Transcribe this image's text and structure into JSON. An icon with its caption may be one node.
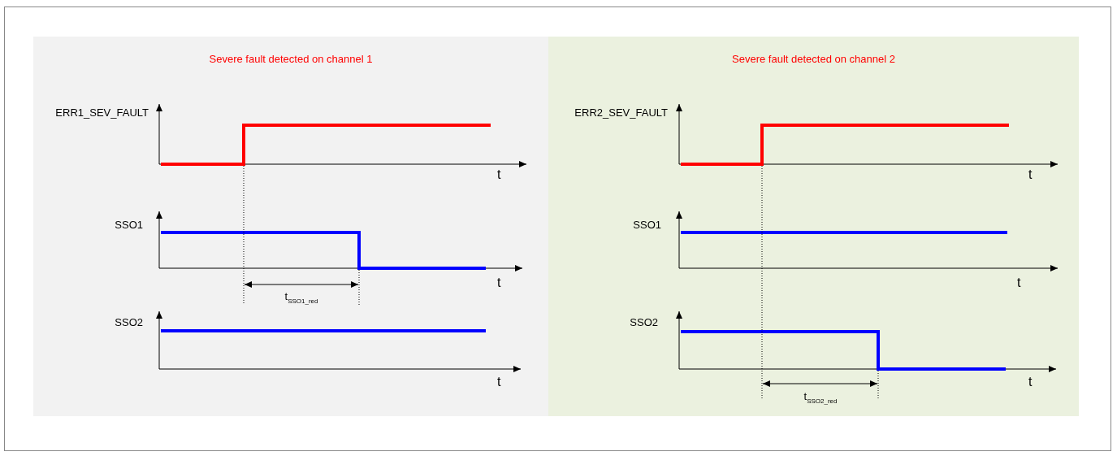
{
  "diagram": {
    "nodes": [
      {
        "text": [
          "Severe fault detected on channel 1"
        ]
      },
      {
        "text": [
          "Severe fault detected on channel 2"
        ]
      }
    ],
    "labels": [
      "ERR1_SEV_FAULT",
      "t",
      "SSO1",
      "t",
      "t$_{SSO1_red}$",
      "SSO2",
      "t",
      "ERR2_SEV_FAULT",
      "t",
      "SSO1",
      "t",
      "SSO2",
      "t",
      "t$_{SSO2_red}$"
    ]
  }
}
